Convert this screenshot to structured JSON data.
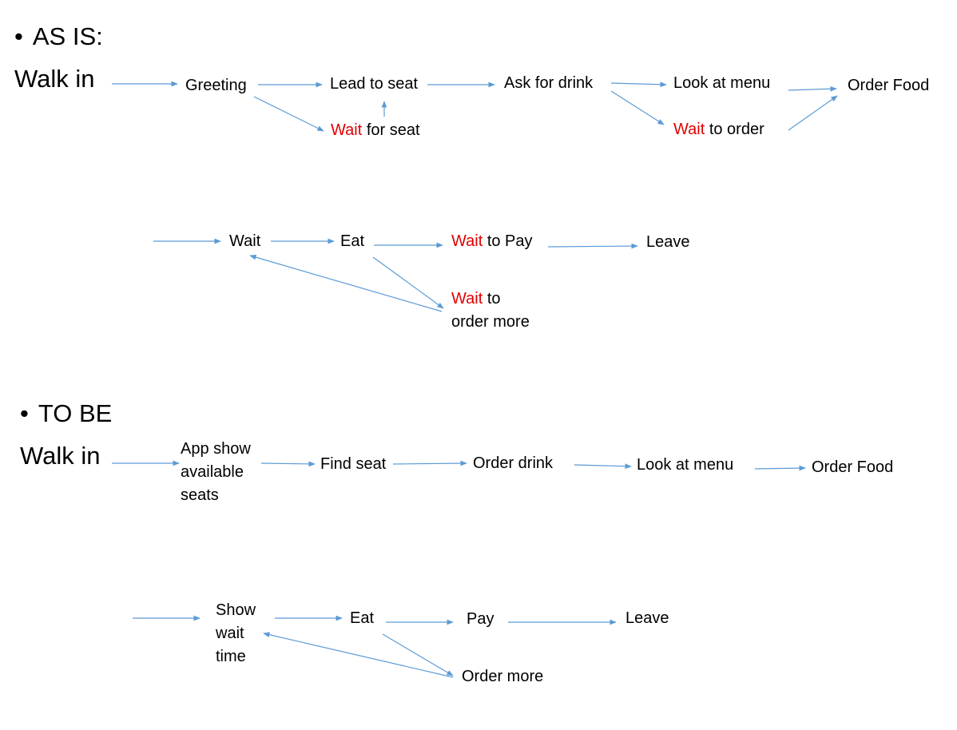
{
  "colors": {
    "arrow": "#5b9bd5",
    "wait_highlight": "#e00000"
  },
  "as_is": {
    "bullet": "•",
    "heading": "AS IS:",
    "walk_in": "Walk in",
    "greeting": "Greeting",
    "lead_to_seat": "Lead to seat",
    "wait_for_seat": {
      "wait": "Wait",
      "rest": " for seat"
    },
    "ask_for_drink": "Ask for drink",
    "look_at_menu": "Look at menu",
    "wait_to_order": {
      "wait": "Wait",
      "rest": " to order"
    },
    "order_food": "Order Food",
    "wait": "Wait",
    "eat": "Eat",
    "wait_to_pay": {
      "wait": "Wait",
      "rest": " to Pay"
    },
    "leave": "Leave",
    "wait_to_order_more": {
      "wait": "Wait",
      "rest": " to",
      "line2": "order more"
    }
  },
  "to_be": {
    "bullet": "•",
    "heading": "TO BE",
    "walk_in": "Walk in",
    "app_show": {
      "line1": "App show",
      "line2": "available",
      "line3": "seats"
    },
    "find_seat": "Find seat",
    "order_drink": "Order drink",
    "look_at_menu": "Look at menu",
    "order_food": "Order Food",
    "show_wait_time": {
      "line1": "Show",
      "line2": "wait",
      "line3": "time"
    },
    "eat": "Eat",
    "pay": "Pay",
    "leave": "Leave",
    "order_more": "Order more"
  }
}
